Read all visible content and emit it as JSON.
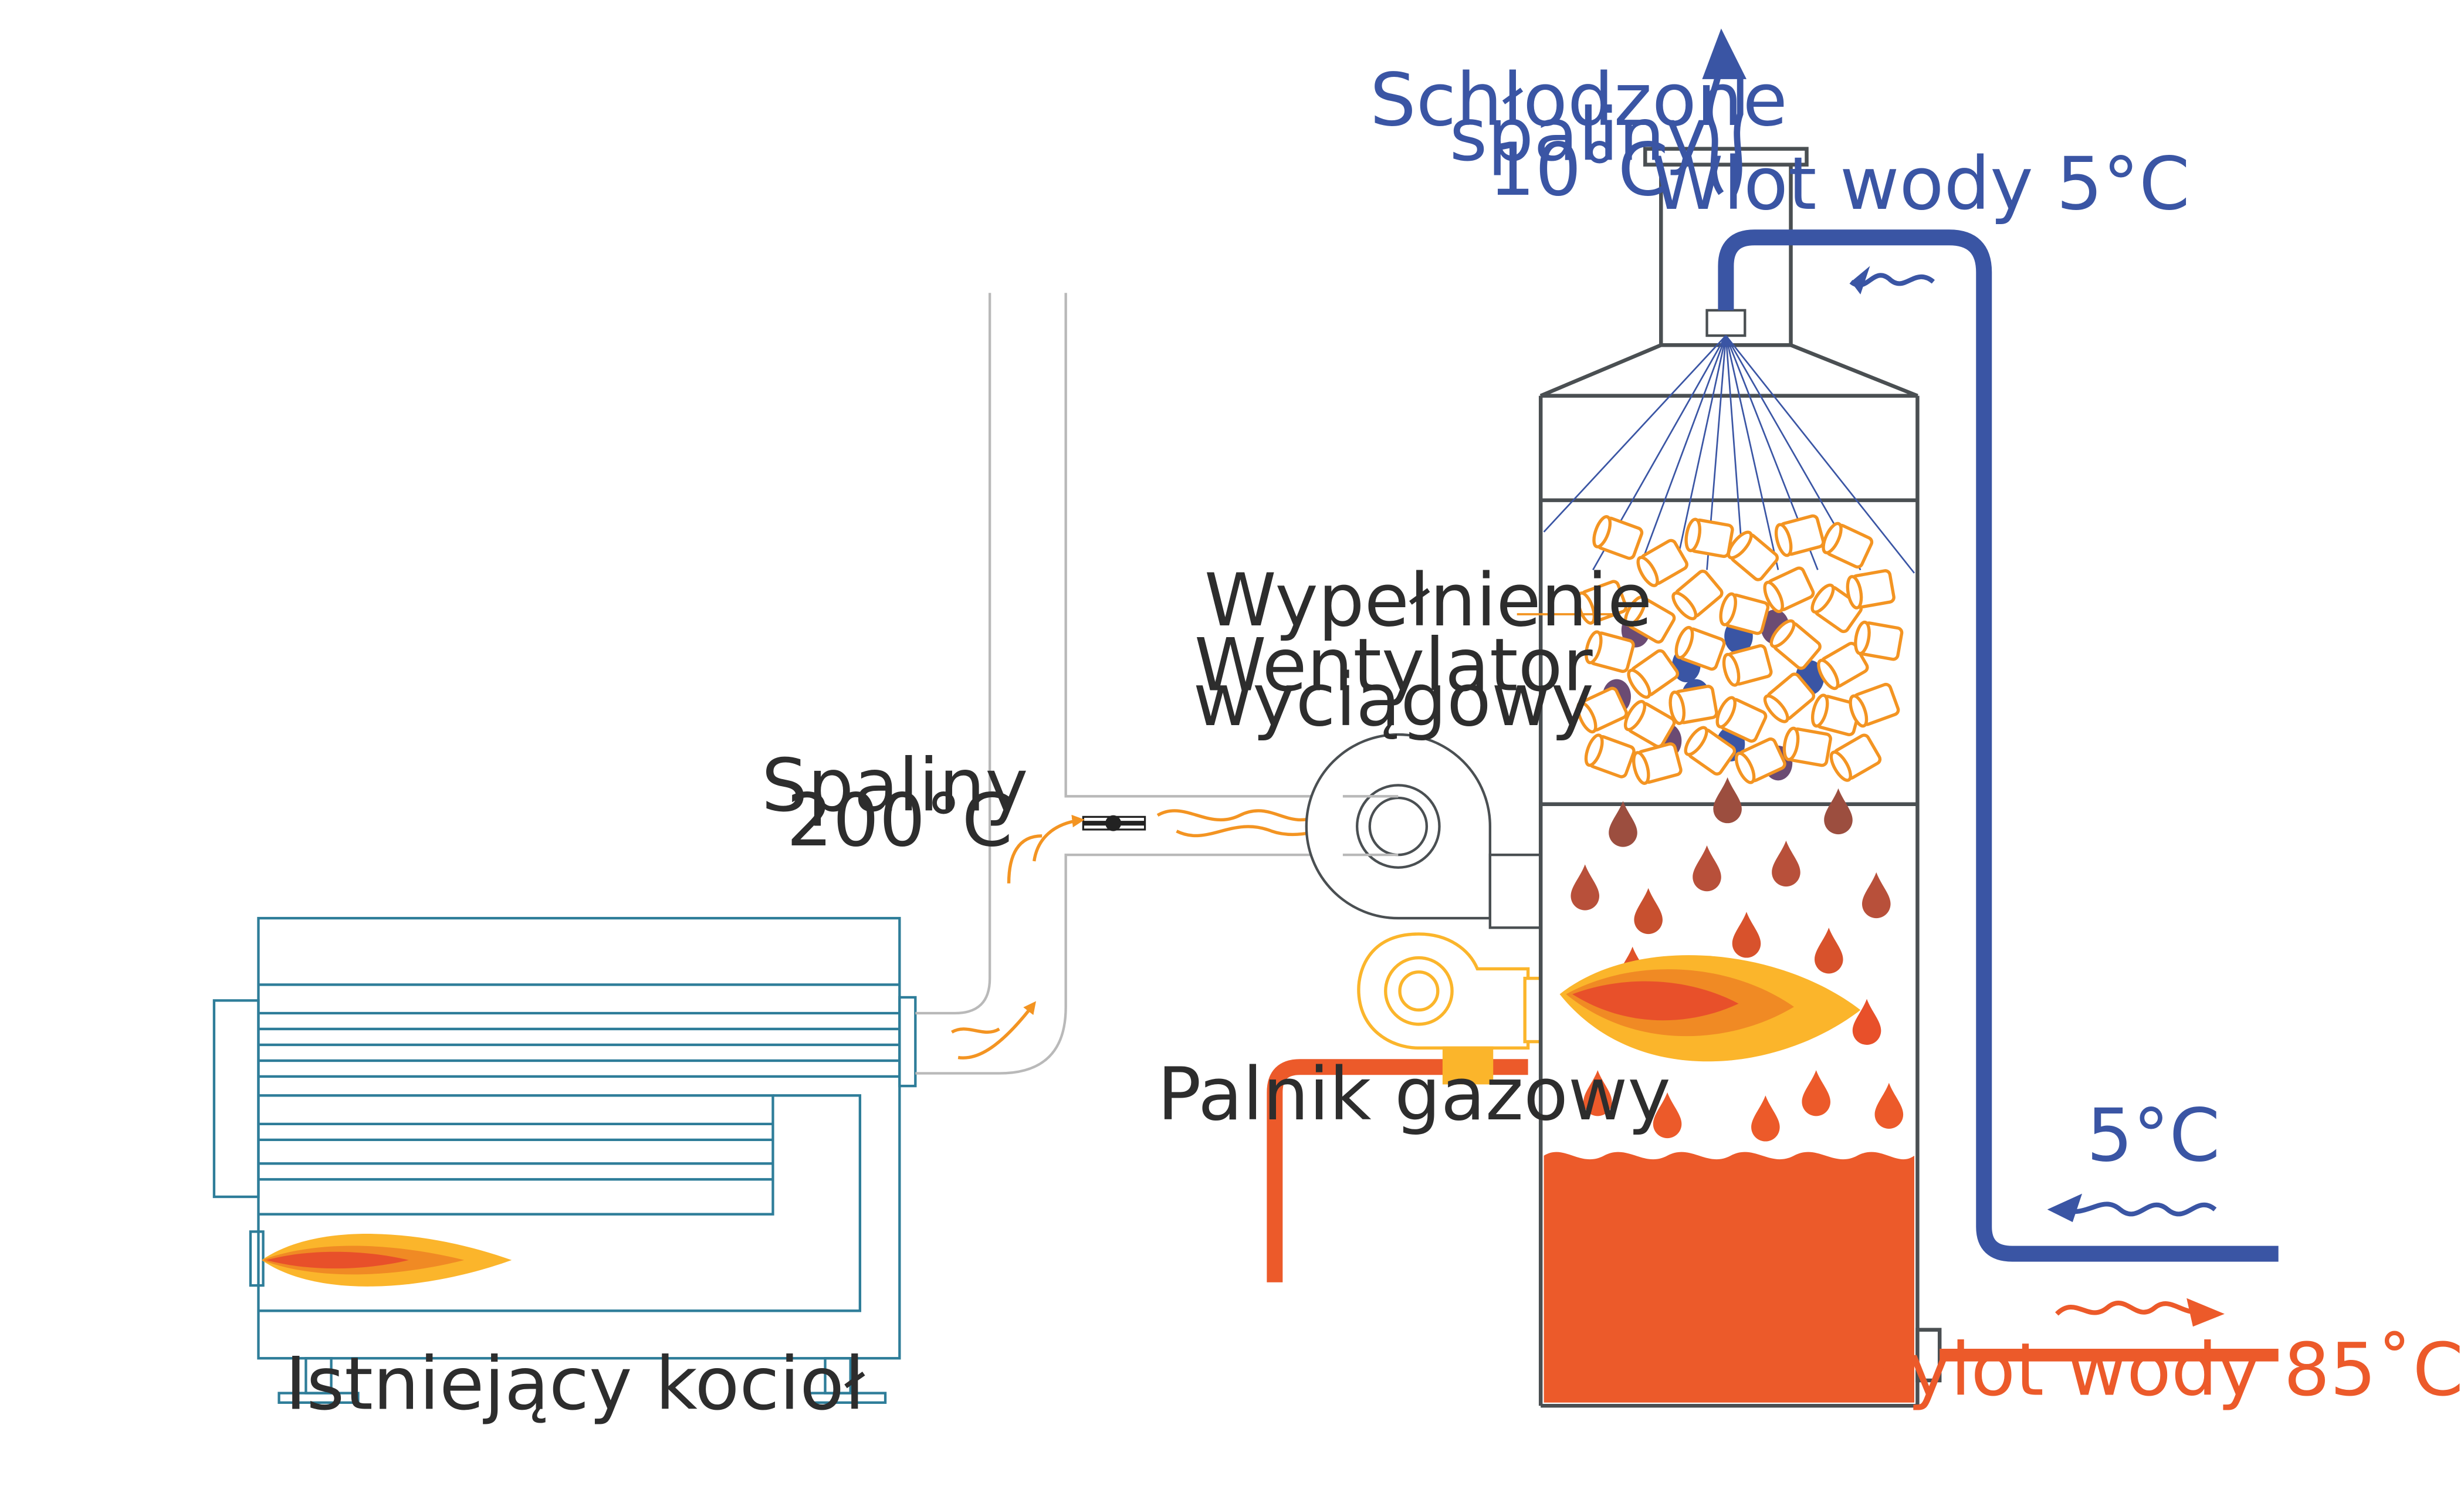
{
  "labels": {
    "cooled_gas_line1": "Schłodzone",
    "cooled_gas_line2": "spaliny",
    "cooled_gas_line3": "10°C",
    "water_inlet": "Wlot wody 5°C",
    "packing": "Wypełnienie",
    "fan_line1": "Wentylator",
    "fan_line2": "wyciągowy",
    "flue_gas_line1": "Spaliny",
    "flue_gas_line2": "200°C",
    "gas_burner": "Palnik gazowy",
    "return_temp": "5°C",
    "water_outlet": "Wylot wody 85˚C",
    "existing_boiler": "Istniejący kocioł"
  },
  "colors": {
    "outline": "#4a4f52",
    "duct": "#b9b9b9",
    "boiler": "#2e7d99",
    "blue": "#3a55a4",
    "orange_arrow": "#f39422",
    "water": "#ec5a2a",
    "flame_yellow": "#fbb52b",
    "flame_red": "#e8502a",
    "droplet_dark": "#9c4e3f",
    "packing": "#f39422"
  }
}
